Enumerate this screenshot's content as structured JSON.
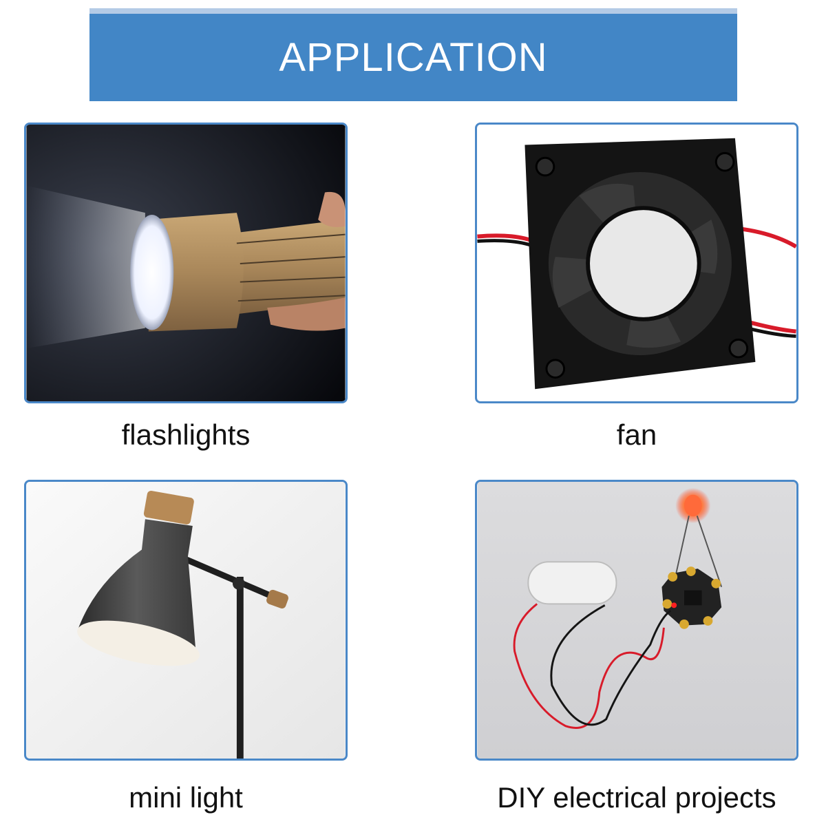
{
  "header": {
    "title": "APPLICATION"
  },
  "applications": [
    {
      "label": "flashlights",
      "icon": "flashlight-photo"
    },
    {
      "label": "fan",
      "icon": "cooling-fan-photo"
    },
    {
      "label": "mini light",
      "icon": "desk-lamp-photo"
    },
    {
      "label": "DIY electrical projects",
      "icon": "led-circuit-photo"
    }
  ],
  "colors": {
    "banner": "#4286c6",
    "banner_edge": "#b4cbe6",
    "card_border": "#4a88c8"
  }
}
